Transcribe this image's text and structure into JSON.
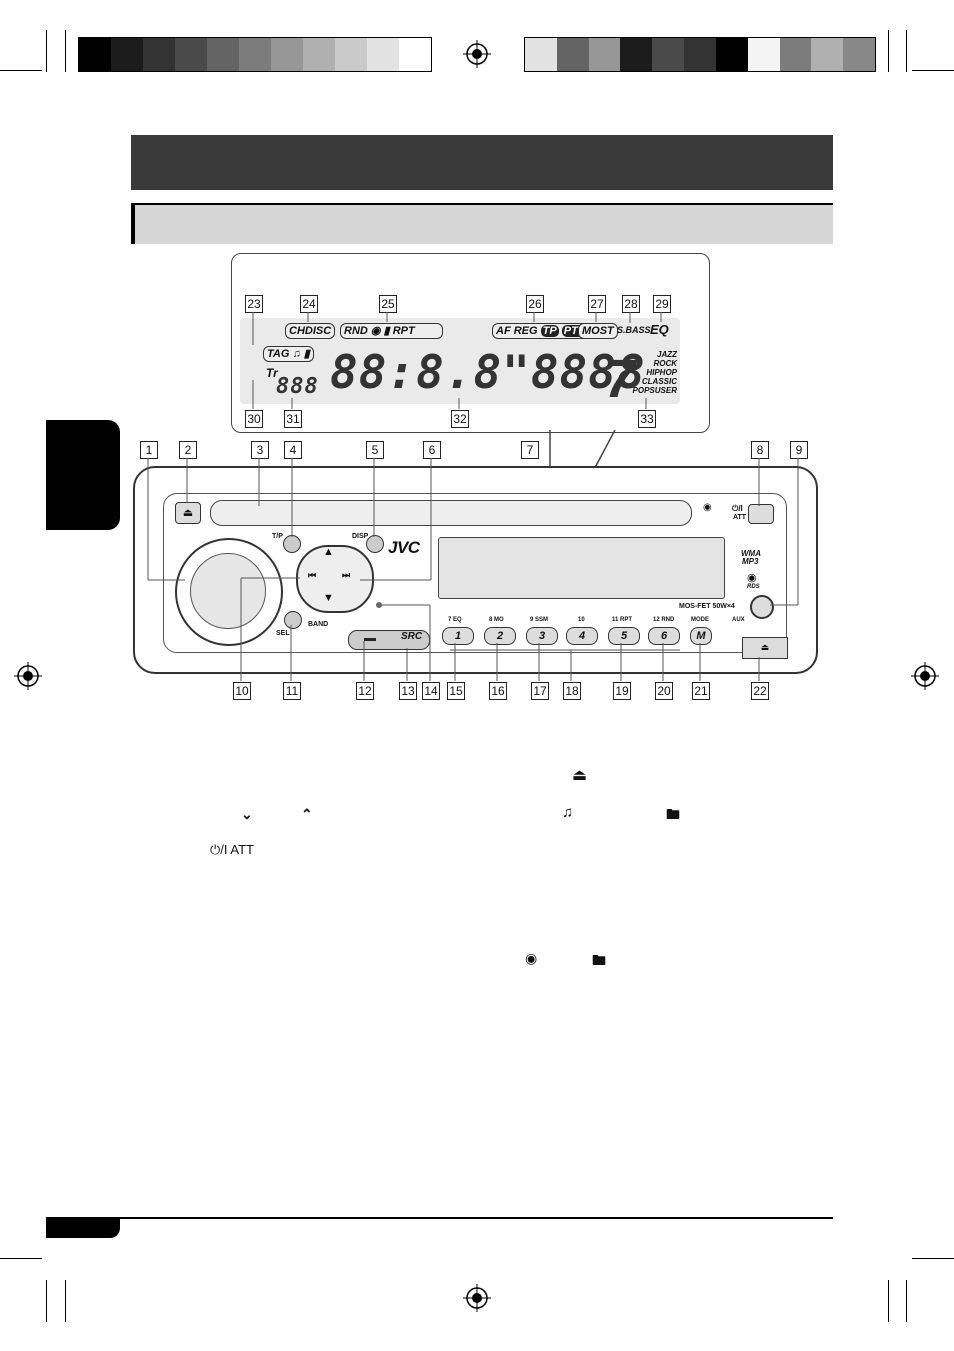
{
  "lcd": {
    "indicators": {
      "chdisc": "CHDISC",
      "rnd": "RND",
      "rpt": "RPT",
      "af": "AF",
      "reg": "REG",
      "tp": "TP",
      "pty": "PTY",
      "most": "MOST",
      "sbass": "S.BASS",
      "eq": "EQ",
      "tag": "TAG",
      "tr": "Tr",
      "track_digits": "888",
      "main_digits": "88:8.8\"8888",
      "eq_modes": [
        "JAZZ",
        "ROCK",
        "HIPHOP",
        "CLASSIC",
        "POPS",
        "USER"
      ]
    },
    "callouts_top": [
      "23",
      "24",
      "25",
      "26",
      "27",
      "28",
      "29"
    ],
    "callouts_bottom": [
      "30",
      "31",
      "32",
      "33"
    ]
  },
  "unit": {
    "callouts_top": [
      "1",
      "2",
      "3",
      "4",
      "5",
      "6",
      "7",
      "8",
      "9"
    ],
    "callouts_bottom": [
      "10",
      "11",
      "12",
      "13",
      "14",
      "15",
      "16",
      "17",
      "18",
      "19",
      "20",
      "21",
      "22"
    ],
    "brand": "JVC",
    "tp_label": "T/P",
    "disp_label": "DISP",
    "sel_label": "SEL",
    "band_label": "BAND",
    "src_label": "SRC",
    "power_label": "ATT",
    "wma": "WMA",
    "mp3": "MP3",
    "rds": "RDS",
    "mosfet": "MOS-FET 50W×4",
    "mode_label": "MODE",
    "aux_label": "AUX",
    "m_button": "M",
    "presets": [
      {
        "num": "1",
        "label": "7  EQ"
      },
      {
        "num": "2",
        "label": "8  MO"
      },
      {
        "num": "3",
        "label": "9  SSM"
      },
      {
        "num": "4",
        "label": "10"
      },
      {
        "num": "5",
        "label": "11  RPT"
      },
      {
        "num": "6",
        "label": "12  RND"
      }
    ]
  },
  "text_symbols": {
    "att": "ATT"
  }
}
